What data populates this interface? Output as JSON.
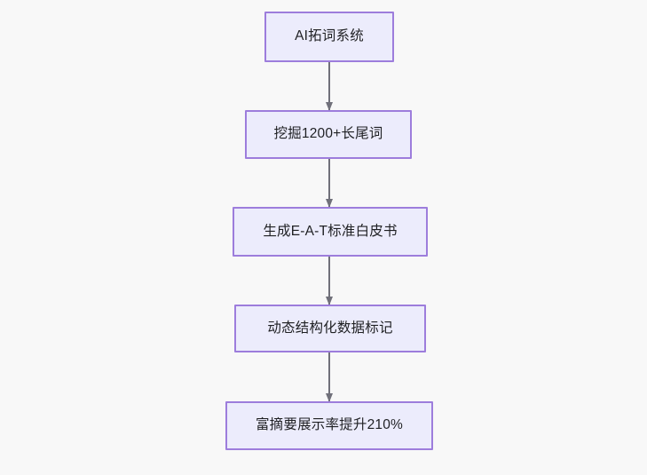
{
  "diagram": {
    "type": "flowchart",
    "direction": "top-to-bottom",
    "background_color": "#f8f8f8",
    "node_fill_color": "#ececfc",
    "node_border_color": "#9d7ddc",
    "node_text_color": "#1f2023",
    "connector_color": "#70707a",
    "nodes": [
      {
        "id": "node-0",
        "label": "AI拓词系统"
      },
      {
        "id": "node-1",
        "label": "挖掘1200+长尾词"
      },
      {
        "id": "node-2",
        "label": "生成E-A-T标准白皮书"
      },
      {
        "id": "node-3",
        "label": "动态结构化数据标记"
      },
      {
        "id": "node-4",
        "label": "富摘要展示率提升210%"
      }
    ],
    "edges": [
      {
        "id": "edge-0",
        "from": "node-0",
        "to": "node-1",
        "label": ""
      },
      {
        "id": "edge-1",
        "from": "node-1",
        "to": "node-2",
        "label": ""
      },
      {
        "id": "edge-2",
        "from": "node-2",
        "to": "node-3",
        "label": ""
      },
      {
        "id": "edge-3",
        "from": "node-3",
        "to": "node-4",
        "label": ""
      }
    ]
  }
}
